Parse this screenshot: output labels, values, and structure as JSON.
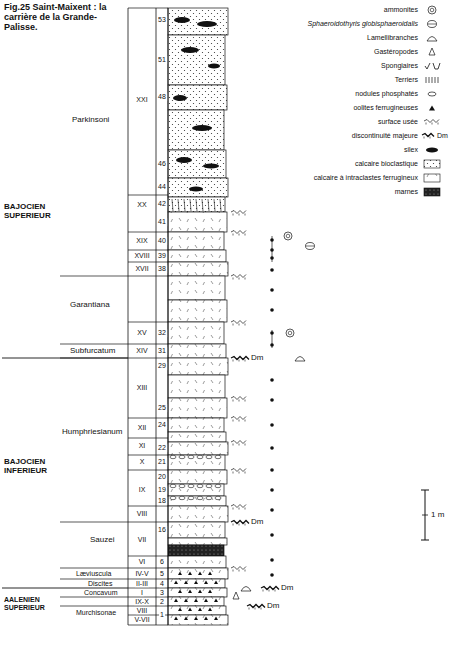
{
  "diagram": {
    "title": "Fig.25 Saint-Maixent : la carrière de la Grande-Palisse.",
    "labels": [
      "Parkinsoni",
      "BAJOCIEN SUPERIEUR",
      "Garantiana",
      "Subfurcatum",
      "Humphriesianum",
      "BAJOCIEN INFERIEUR",
      "Sauzei",
      "Læviuscula",
      "Discites",
      "Concavum",
      "Murchisonae",
      "AALENIEN SUPERIEUR",
      "XXI",
      "XX",
      "XIX",
      "XVIII",
      "XVII",
      "XV",
      "XIV",
      "XIII",
      "XII",
      "XI",
      "X",
      "IX",
      "VIII",
      "VII",
      "VI",
      "IV-V",
      "II-III",
      "I",
      "IX-X",
      "VIII",
      "V-VII",
      "53",
      "51",
      "48",
      "46",
      "44",
      "42",
      "41",
      "40",
      "39",
      "38",
      "32",
      "31",
      "29",
      "25",
      "24",
      "22",
      "21",
      "20",
      "19",
      "18",
      "16",
      "6",
      "5",
      "4",
      "3",
      "2",
      "1",
      "Dm",
      "Dm",
      "Dm",
      "Dm",
      "1 m",
      "Dm"
    ],
    "legend": [
      {
        "text": "ammonites"
      },
      {
        "text": "Sphaeroidothyris globisphaeroidalis"
      },
      {
        "text": "Lamellibranches"
      },
      {
        "text": "Gastéropodes"
      },
      {
        "text": "Spongiaires"
      },
      {
        "text": "Terriers"
      },
      {
        "text": "nodules phosphatés"
      },
      {
        "text": "oolites ferrugineuses"
      },
      {
        "text": "surface usée"
      },
      {
        "text": "discontinuité majeure"
      },
      {
        "text": "silex"
      },
      {
        "text": "calcaire bioclastique"
      },
      {
        "text": "calcaire à intraclastes ferrugineux"
      },
      {
        "text": "marnes"
      }
    ]
  }
}
